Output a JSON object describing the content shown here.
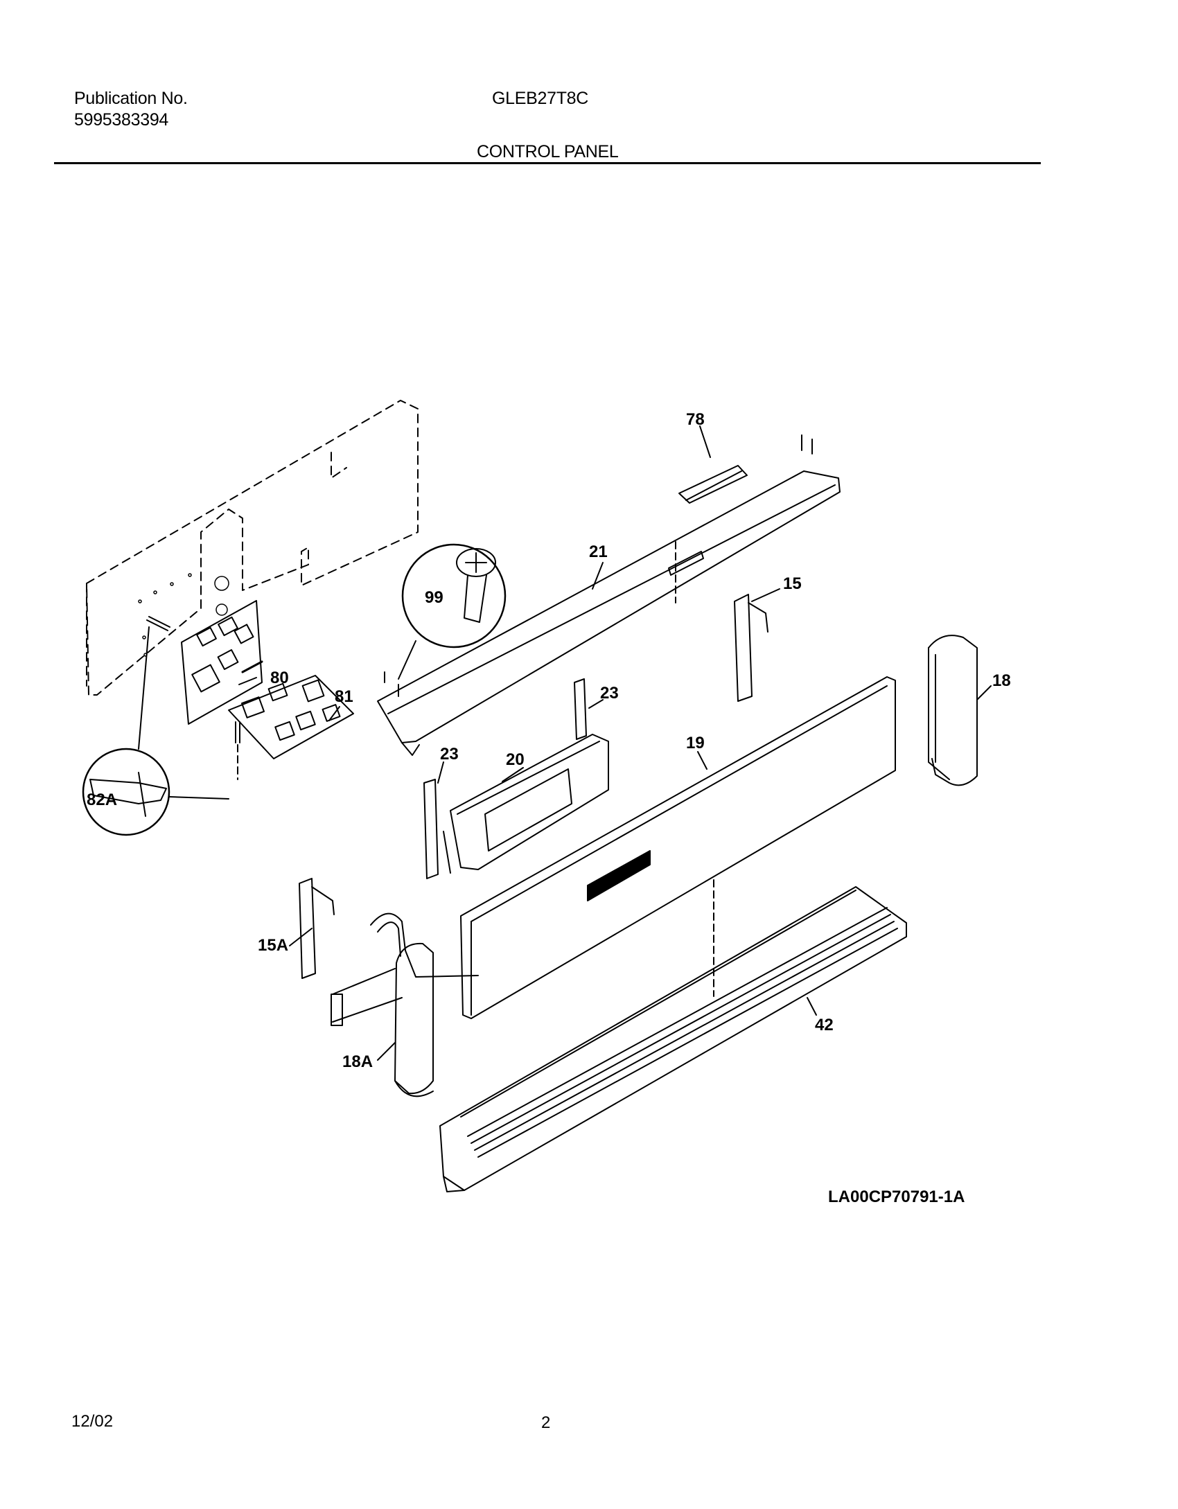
{
  "header": {
    "publication_label": "Publication No.",
    "publication_number": "5995383394",
    "model": "GLEB27T8C",
    "section_title": "CONTROL PANEL"
  },
  "diagram": {
    "part_labels": {
      "p78": "78",
      "p21": "21",
      "p99": "99",
      "p15": "15",
      "p80": "80",
      "p81": "81",
      "p23a": "23",
      "p23b": "23",
      "p20": "20",
      "p19": "19",
      "p18": "18",
      "p82a": "82A",
      "p15a": "15A",
      "p42": "42",
      "p18a": "18A"
    },
    "reference_code": "LA00CP70791-1A"
  },
  "footer": {
    "date": "12/02",
    "page_number": "2"
  }
}
